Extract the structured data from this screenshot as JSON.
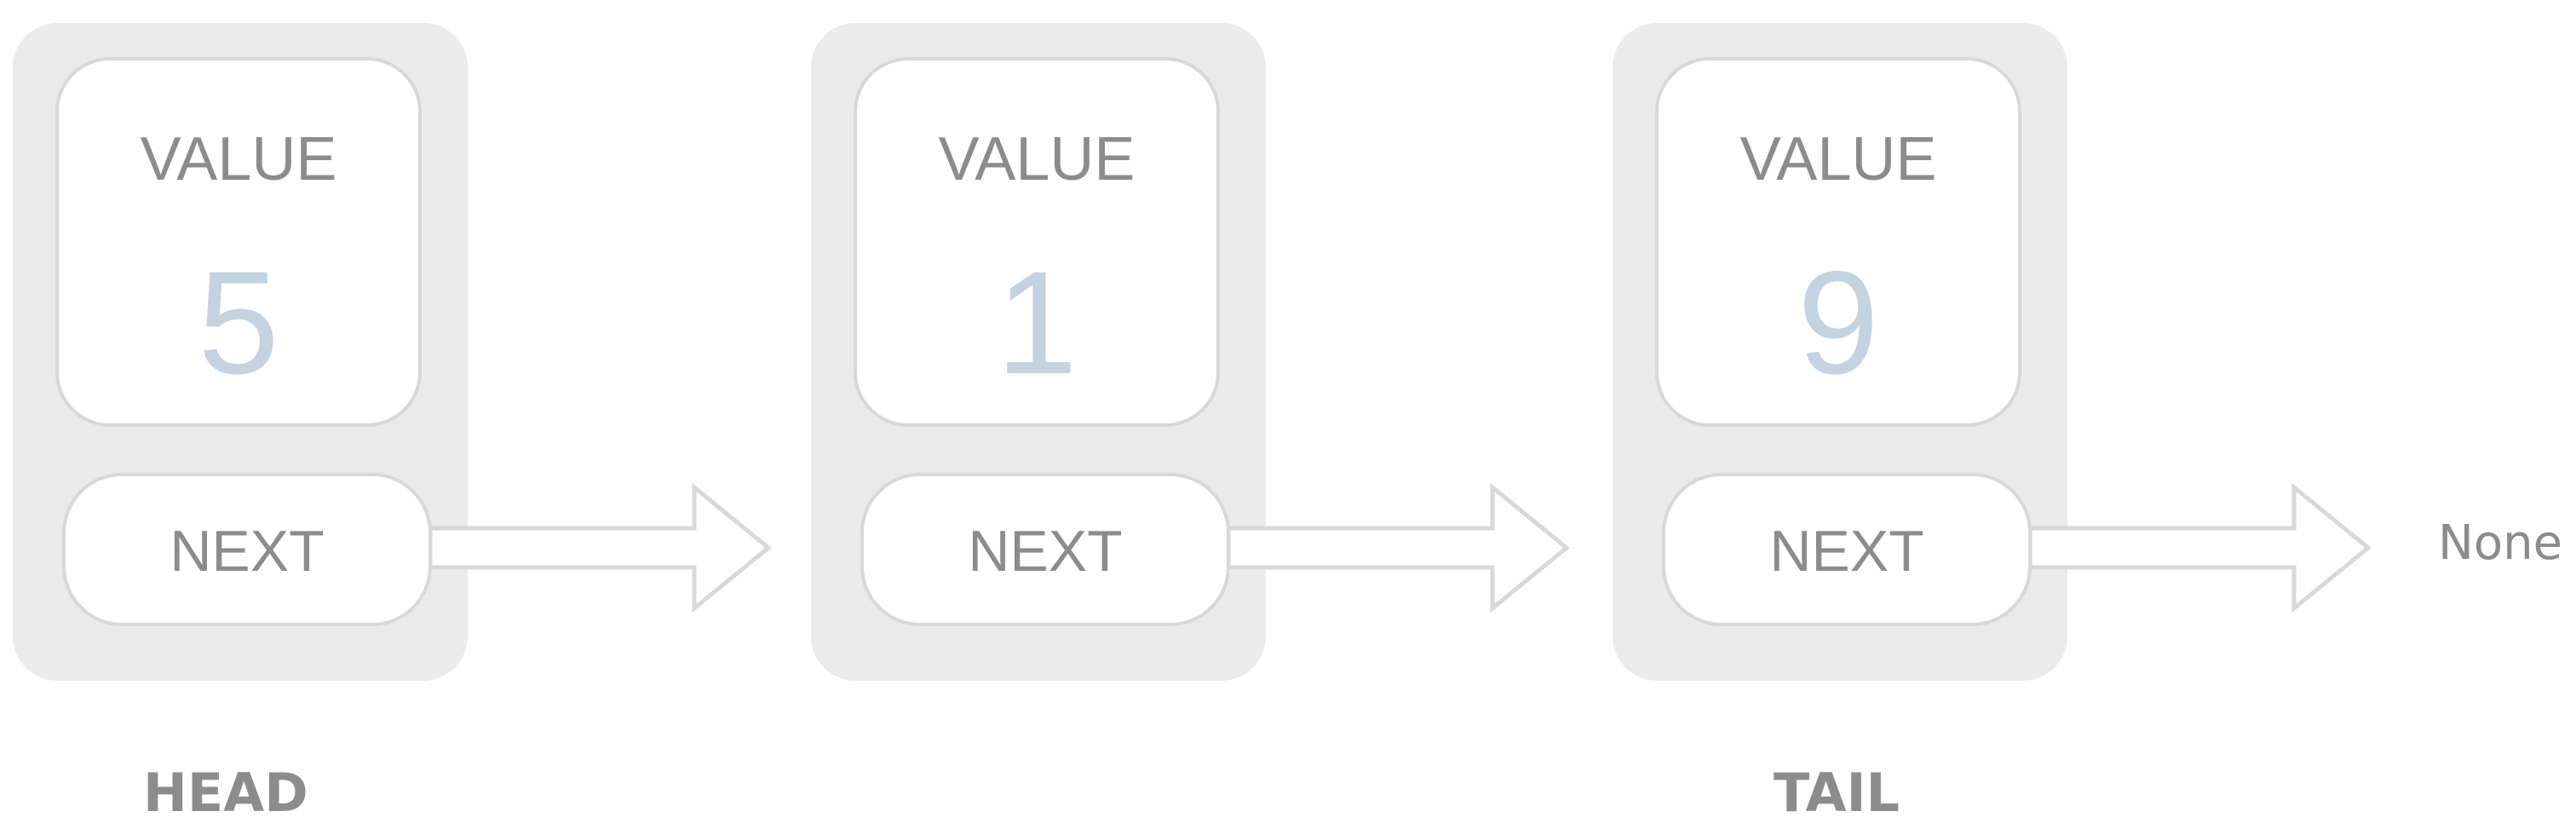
{
  "nodes": [
    {
      "value_label": "VALUE",
      "value": "5",
      "next_label": "NEXT"
    },
    {
      "value_label": "VALUE",
      "value": "1",
      "next_label": "NEXT"
    },
    {
      "value_label": "VALUE",
      "value": "9",
      "next_label": "NEXT"
    }
  ],
  "terminal": "None",
  "pointers": {
    "head": "HEAD",
    "tail": "TAIL"
  },
  "colors": {
    "node_background": "#ebebeb",
    "box_border": "#d8d8d8",
    "label_text": "#8c8c8c",
    "value_text": "#c4d3e2",
    "arrow_stroke": "#d8d8d8"
  },
  "icons": {
    "arrow": "right-arrow-icon"
  }
}
